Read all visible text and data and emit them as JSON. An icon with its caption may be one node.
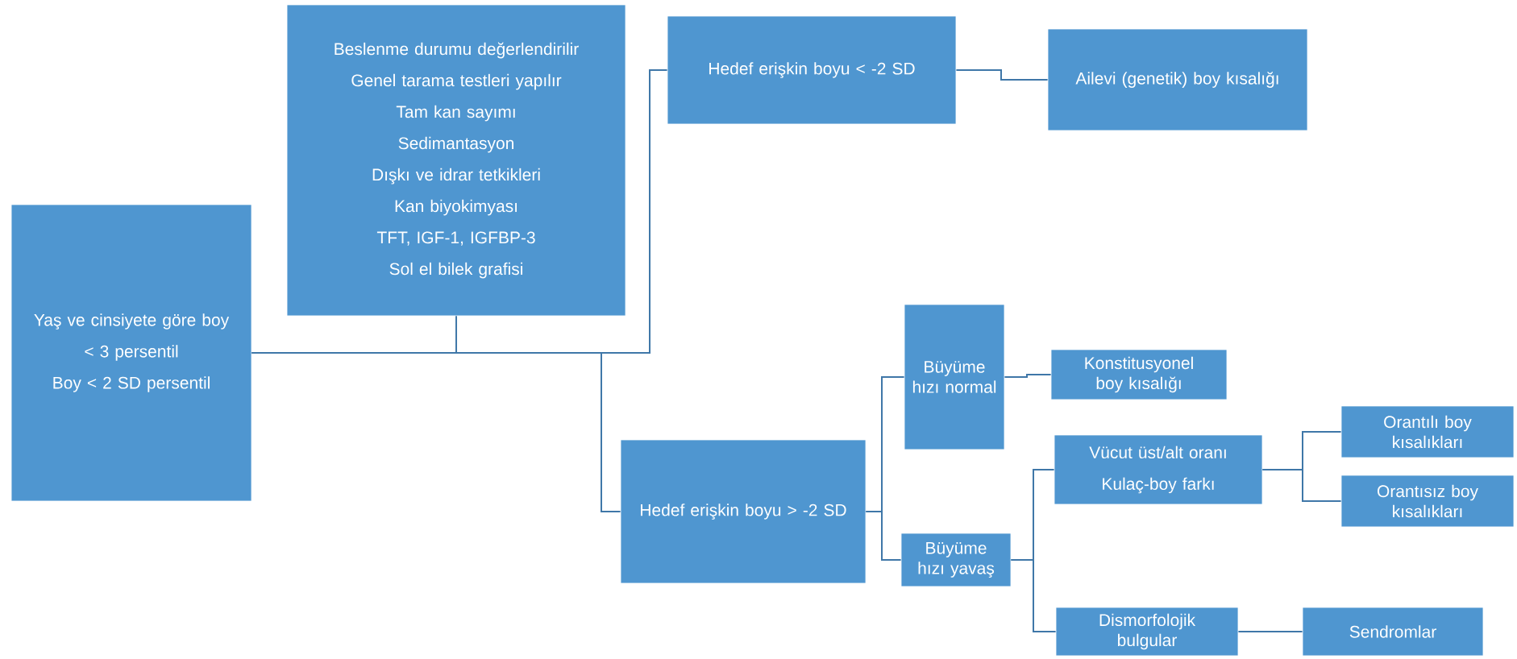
{
  "diagram": {
    "nodes": [
      {
        "text": [
          "Yaş ve cinsiyete göre boy",
          "< 3 persentil",
          "Boy < 2 SD persentil"
        ]
      },
      {
        "text": [
          "Beslenme durumu değerlendirilir",
          "Genel tarama testleri yapılır",
          "Tam kan sayımı",
          "Sedimantasyon",
          "Dışkı ve idrar tetkikleri",
          "Kan biyokimyası",
          "TFT, IGF-1, IGFBP-3",
          "Sol el bilek grafisi"
        ]
      },
      {
        "text": [
          "Hedef erişkin boyu < -2 SD"
        ]
      },
      {
        "text": [
          "Ailevi (genetik) boy kısalığı"
        ]
      },
      {
        "text": [
          "Hedef erişkin boyu > -2 SD"
        ]
      },
      {
        "text": [
          "Büyüme hızı normal"
        ]
      },
      {
        "text": [
          "Konstitusyonel boy kısalığı"
        ]
      },
      {
        "text": [
          "Büyüme hızı yavaş"
        ]
      },
      {
        "text": [
          "Vücut üst/alt oranı",
          "Kulaç-boy farkı"
        ]
      },
      {
        "text": [
          "Orantılı boy kısalıkları"
        ]
      },
      {
        "text": [
          "Orantısız boy kısalıkları"
        ]
      },
      {
        "text": [
          "Dismorfolojik bulgular"
        ]
      },
      {
        "text": [
          "Sendromlar"
        ]
      }
    ],
    "edges": [
      {
        "from": 0,
        "to": 1,
        "arrow": "none"
      },
      {
        "from": 0,
        "to": 2,
        "arrow": "none"
      },
      {
        "from": 0,
        "to": 4,
        "arrow": "none"
      },
      {
        "from": 2,
        "to": 3,
        "arrow": "none"
      },
      {
        "from": 4,
        "to": 5,
        "arrow": "none"
      },
      {
        "from": 4,
        "to": 7,
        "arrow": "none"
      },
      {
        "from": 5,
        "to": 6,
        "arrow": "none"
      },
      {
        "from": 7,
        "to": 8,
        "arrow": "none"
      },
      {
        "from": 7,
        "to": 11,
        "arrow": "none"
      },
      {
        "from": 8,
        "to": 9,
        "arrow": "none"
      },
      {
        "from": 8,
        "to": 10,
        "arrow": "none"
      },
      {
        "from": 11,
        "to": 12,
        "arrow": "none"
      }
    ]
  }
}
